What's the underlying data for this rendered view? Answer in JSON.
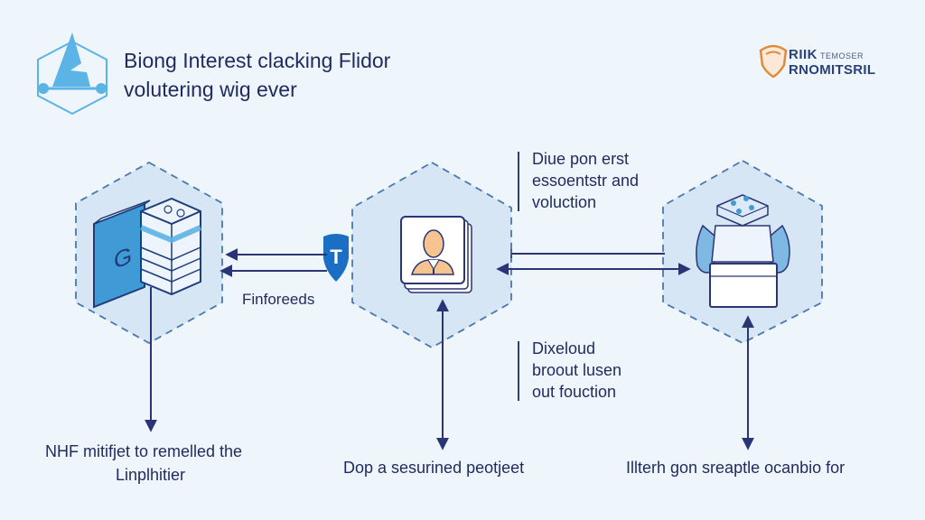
{
  "header": {
    "title_line1": "Biong Interest clacking Flidor",
    "title_line2": "volutering wig ever",
    "logo_icon": "hexagon-mountain-icon"
  },
  "brand": {
    "line1": "RIIK",
    "line1_small": "TEMOSER",
    "line2": "RNOMITSRIL",
    "icon": "shield-badge-icon"
  },
  "nodes": [
    {
      "id": "left",
      "icon": "server-stack-book-icon"
    },
    {
      "id": "center",
      "icon": "user-profile-card-icon",
      "badge_icon": "shield-t-icon",
      "badge_letter": "T"
    },
    {
      "id": "right",
      "icon": "robot-laptop-icon"
    }
  ],
  "labels": {
    "connector_left": "Finforeeds"
  },
  "notes": {
    "top": [
      "Diue pon erst",
      "essoentstr and",
      "voluction"
    ],
    "bottom": [
      "Dixeloud",
      "broout lusen",
      "out fouction"
    ]
  },
  "captions": {
    "left": [
      "NHF mitifjet to remelled the",
      "Linplhitier"
    ],
    "center": "Dop a sesurined peotjeet",
    "right": "Illterh gon sreaptle ocanbio for"
  },
  "colors": {
    "background": "#eef6fc",
    "hex_fill": "#d6e6f5",
    "hex_stroke": "#4a78b0",
    "arrow": "#2b3575",
    "accent_blue": "#1a6fc4",
    "light_blue": "#5bb3e6",
    "brand_orange": "#e08a3a",
    "skin": "#f7c48f"
  }
}
